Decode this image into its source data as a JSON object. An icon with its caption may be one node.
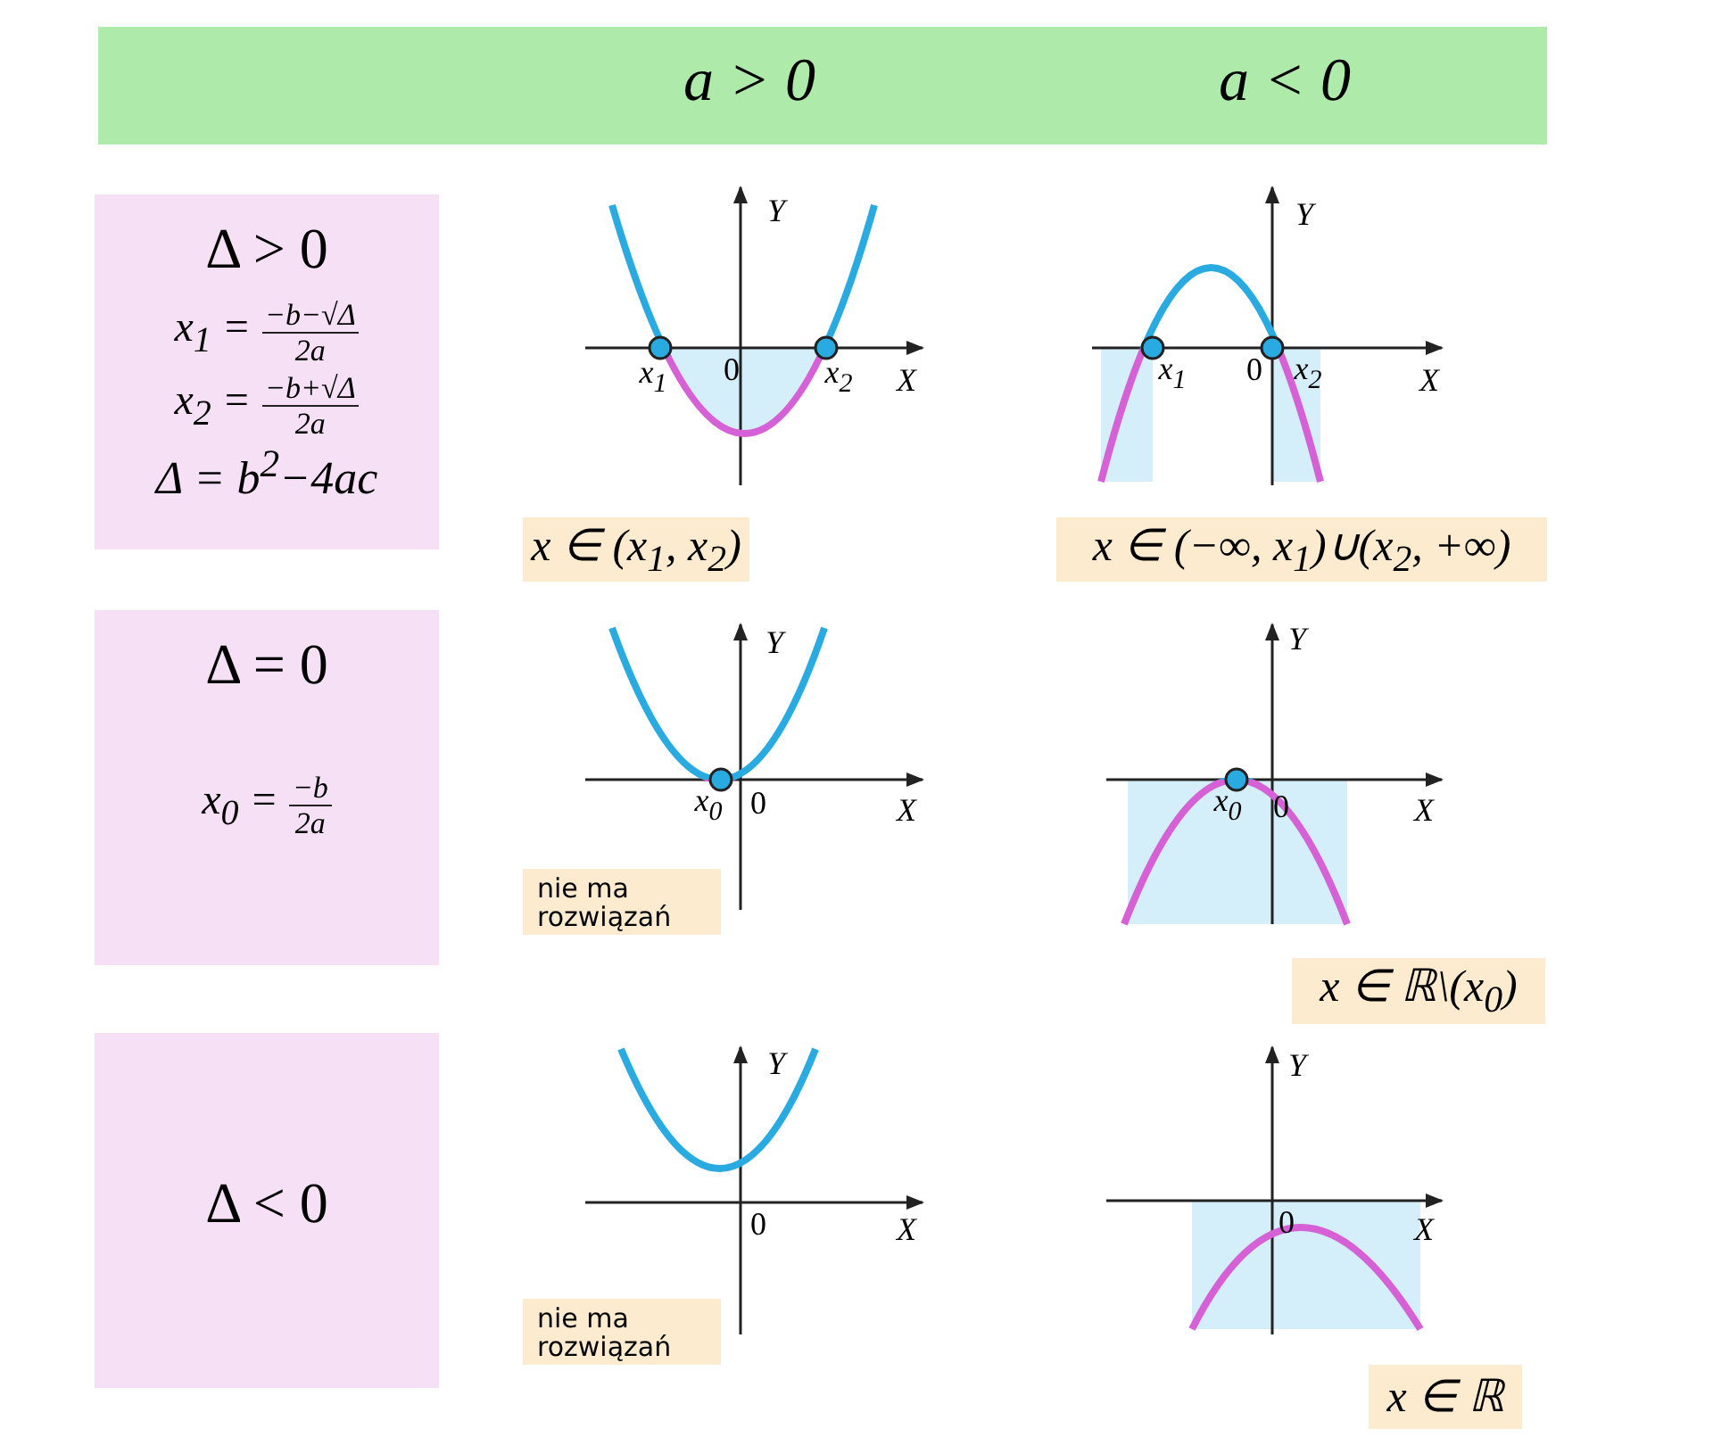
{
  "diagram": {
    "nodes": [
      {
        "text": [
          "a > 0",
          "a < 0"
        ]
      },
      {
        "text": [
          "Δ > 0",
          "x$_{1}$ =",
          "−b−√Δ",
          "2a",
          "x$_{2}$ =",
          "−b+√Δ",
          "2a",
          "Δ = b$^{2}$−4ac"
        ]
      },
      {
        "text": [
          "x ∈ (x$_{1}$, x$_{2}$)"
        ]
      },
      {
        "text": [
          "x ∈ (−∞, x$_{1}$)∪(x$_{2}$, +∞)"
        ]
      },
      {
        "text": [
          "Δ = 0",
          "x$_{0}$ =",
          "−b",
          "2a"
        ]
      },
      {
        "text": [
          "nie ma rozwiązań"
        ]
      },
      {
        "text": [
          "x ∈ ℝ\\(x$_{0}$)"
        ]
      },
      {
        "text": [
          "Δ < 0"
        ]
      },
      {
        "text": [
          "nie ma rozwiązań"
        ]
      },
      {
        "text": [
          "x ∈ ℝ"
        ]
      }
    ],
    "labels": [
      "Y",
      "x$_{1}$",
      "0",
      "x$_{2}$",
      "X",
      "Y",
      "x$_{1}$",
      "0",
      "x$_{2}$",
      "X",
      "Y",
      "x$_{0}$",
      "0",
      "X",
      "Y",
      "x$_{0}$",
      "0",
      "X",
      "Y",
      "0",
      "X",
      "Y",
      "0",
      "X"
    ]
  }
}
